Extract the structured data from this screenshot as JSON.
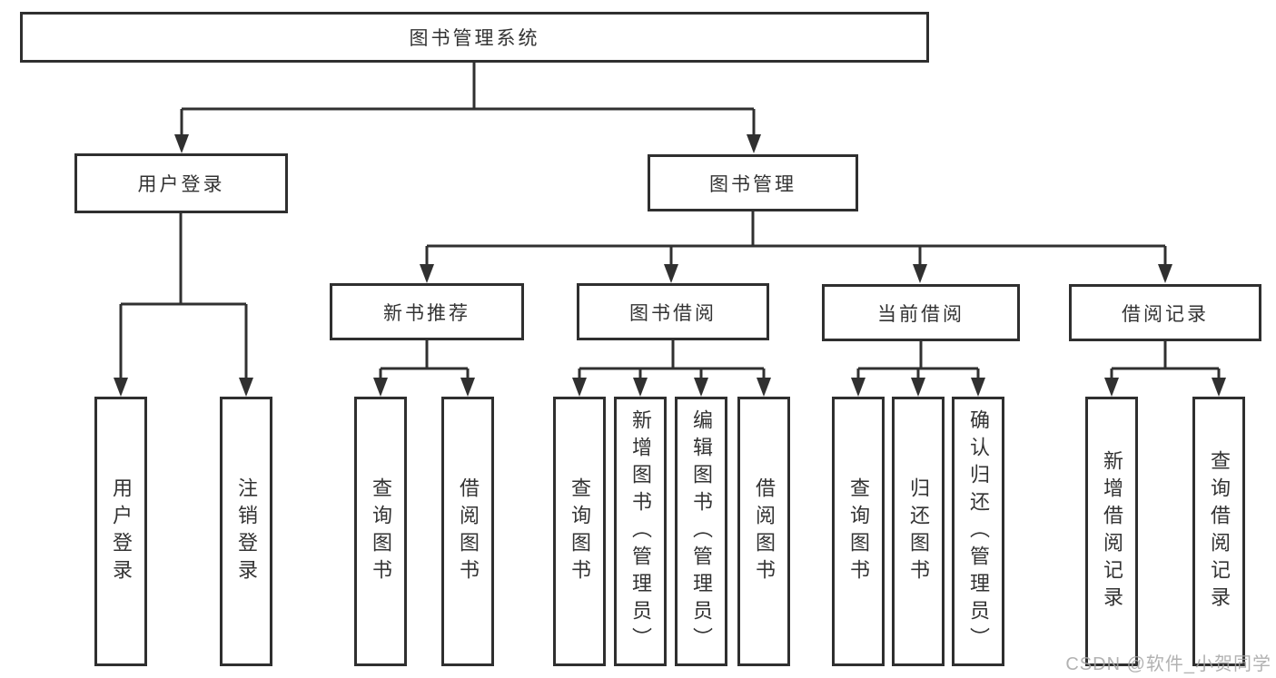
{
  "watermark": {
    "text": "CSDN @软件_小贺同学",
    "color": "#a5a5a5"
  },
  "colors": {
    "line": "#303030",
    "box_border": "#2f2f2f",
    "text": "#333333",
    "background": "#ffffff"
  },
  "tree": {
    "root": {
      "label": "图书管理系统",
      "children": [
        {
          "label": "用户登录",
          "children": [
            {
              "label": "用户登录"
            },
            {
              "label": "注销登录"
            }
          ]
        },
        {
          "label": "图书管理",
          "children": [
            {
              "label": "新书推荐",
              "children": [
                {
                  "label": "查询图书"
                },
                {
                  "label": "借阅图书"
                }
              ]
            },
            {
              "label": "图书借阅",
              "children": [
                {
                  "label": "查询图书"
                },
                {
                  "label": "新增图书（管理员）"
                },
                {
                  "label": "编辑图书（管理员）"
                },
                {
                  "label": "借阅图书"
                }
              ]
            },
            {
              "label": "当前借阅",
              "children": [
                {
                  "label": "查询图书"
                },
                {
                  "label": "归还图书"
                },
                {
                  "label": "确认归还（管理员）"
                }
              ]
            },
            {
              "label": "借阅记录",
              "children": [
                {
                  "label": "新增借阅记录"
                },
                {
                  "label": "查询借阅记录"
                }
              ]
            }
          ]
        }
      ]
    }
  }
}
